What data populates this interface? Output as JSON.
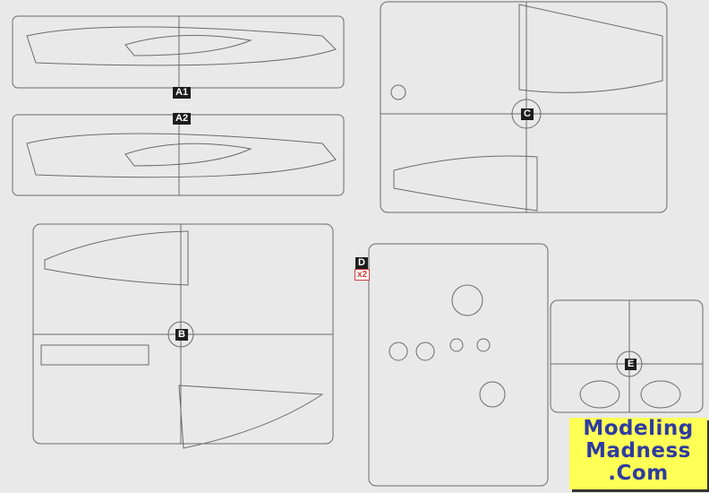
{
  "document": {
    "title": "Model kit sprue diagram",
    "sprues": [
      {
        "id": "A1",
        "label": "A1"
      },
      {
        "id": "A2",
        "label": "A2"
      },
      {
        "id": "B",
        "label": "B"
      },
      {
        "id": "C",
        "label": "C"
      },
      {
        "id": "D",
        "label": "D",
        "multiplier": "x2"
      },
      {
        "id": "E",
        "label": "E"
      }
    ]
  },
  "logo": {
    "line1": "Modeling",
    "line2": "Madness",
    "line3": ".Com",
    "colors": {
      "background": "#ffff55",
      "text": "#2e3ba0"
    }
  }
}
